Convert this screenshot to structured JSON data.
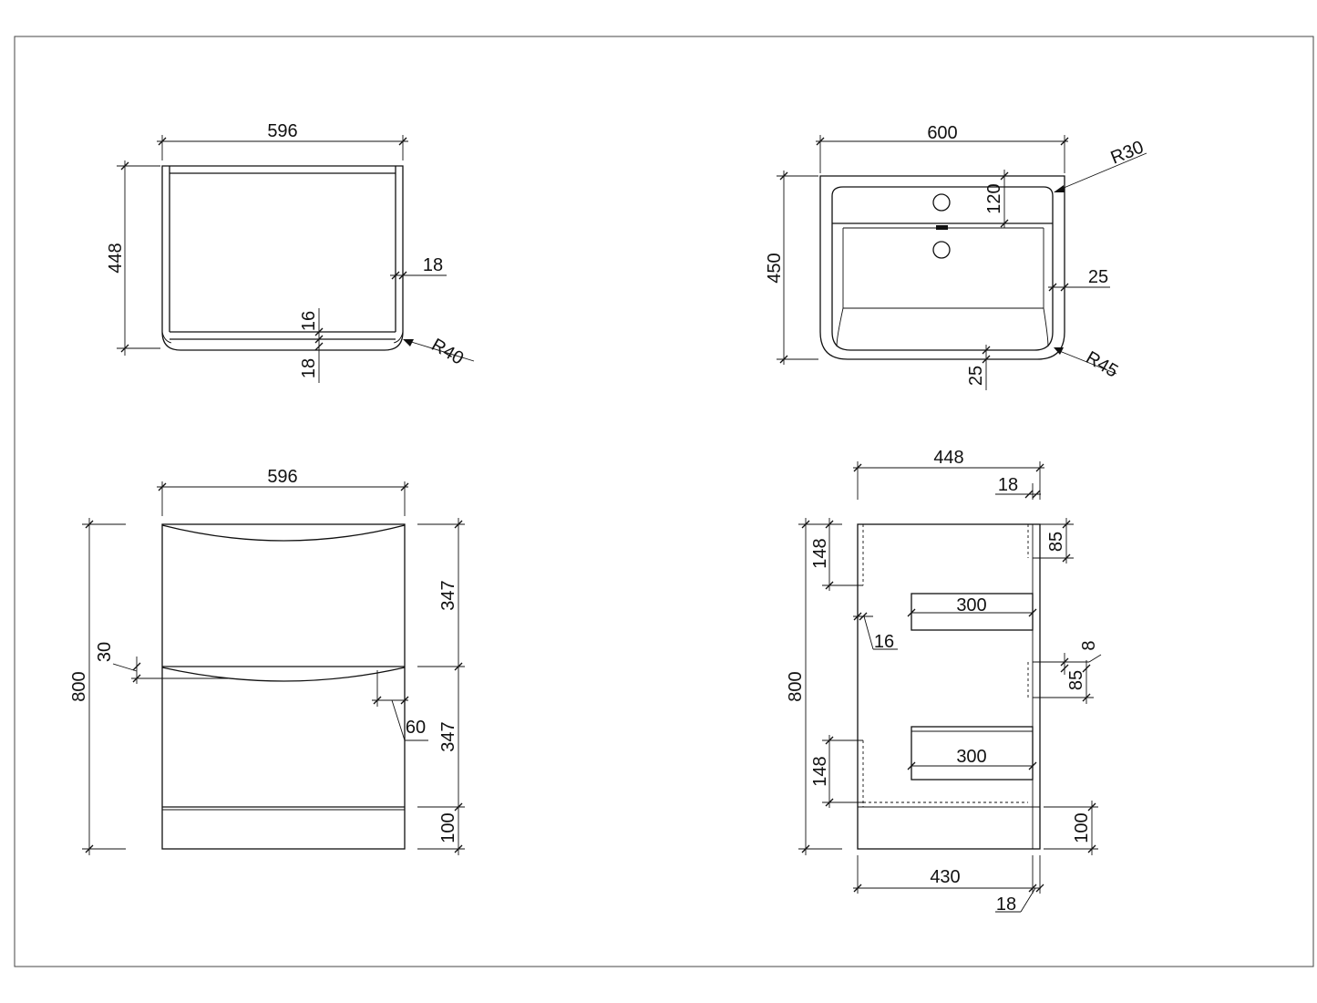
{
  "colors": {
    "line": "#111111",
    "background": "#ffffff",
    "frame": "#444444"
  },
  "top_view_cabinet": {
    "width": "596",
    "depth": "448",
    "side_thickness": "18",
    "back_thickness": "16",
    "front_thickness": "18",
    "corner_radius": "R40"
  },
  "top_view_basin": {
    "width": "600",
    "depth": "450",
    "deck_depth": "120",
    "top_radius": "R30",
    "rim_width": "25",
    "front_rim": "25",
    "front_radius": "R45"
  },
  "front_view": {
    "width": "596",
    "height": "800",
    "drawer_top": "347",
    "drawer_bottom": "347",
    "plinth": "100",
    "handle_depth": "30",
    "handle_offset": "60"
  },
  "side_view": {
    "depth": "448",
    "top_panel": "18",
    "height": "800",
    "top_rail": "148",
    "bottom_rail": "148",
    "panel_thickness": "16",
    "drawer_top": "300",
    "drawer_bottom": "300",
    "runner_height": "85",
    "runner_gap": "8",
    "runner_height_lower": "85",
    "plinth": "100",
    "inner_depth": "430",
    "back_panel": "18"
  }
}
